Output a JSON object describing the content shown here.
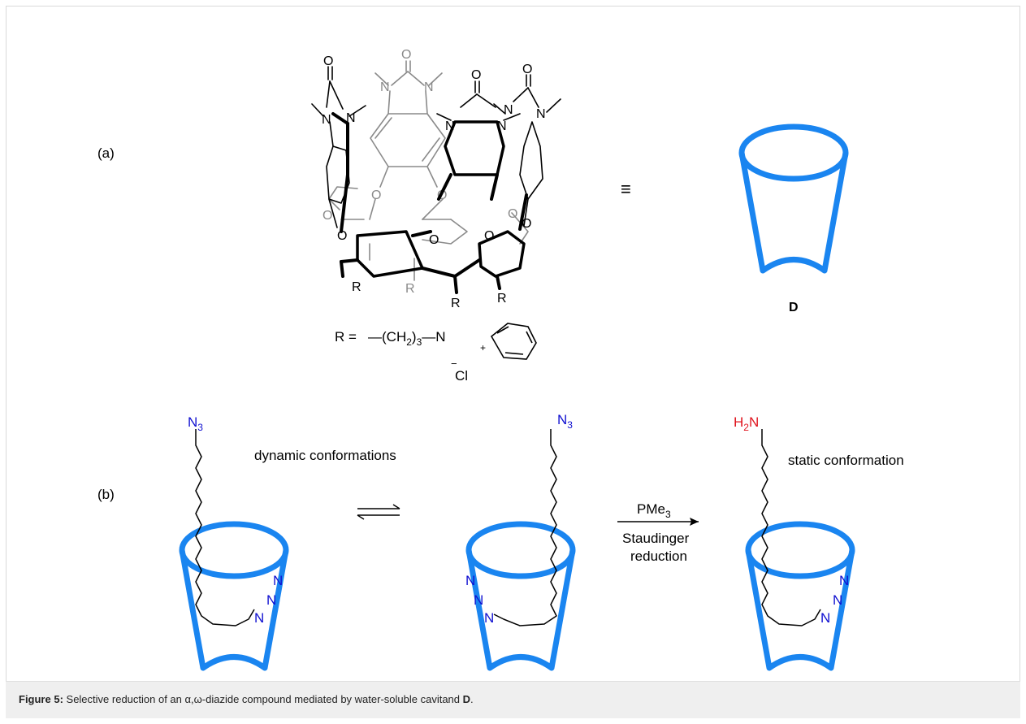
{
  "figure": {
    "panel_a_label": "(a)",
    "panel_b_label": "(b)",
    "equiv_symbol": "≡",
    "cavitand_label": "D",
    "r_def": {
      "r_equals": "R =",
      "chain": "—(CH",
      "sub2": "2",
      "close": ")",
      "sub3": "3",
      "dash": "—N",
      "plus": "+",
      "counter_ion": "Cl",
      "minus": "−"
    },
    "atoms": {
      "o": "O",
      "n": "N",
      "r": "R"
    },
    "azide_n3": "N",
    "azide_sub": "3",
    "amine_h2n": "H",
    "amine_sub": "2",
    "amine_n": "N",
    "dynamic_label": "dynamic conformations",
    "static_label": "static conformation",
    "reagent_p": "PMe",
    "reagent_sub": "3",
    "reaction_line1": "Staudinger",
    "reaction_line2": "reduction"
  },
  "caption": {
    "prefix": "Figure 5:",
    "text": " Selective reduction of an α,ω-diazide compound mediated by water-soluble cavitand ",
    "bold_end": "D",
    "period": "."
  },
  "colors": {
    "cavitand_blue": "#1a85f0",
    "azide_blue": "#1010d0",
    "amine_red": "#e0141e",
    "grey_struct": "#8a8a8a",
    "black": "#000000"
  }
}
